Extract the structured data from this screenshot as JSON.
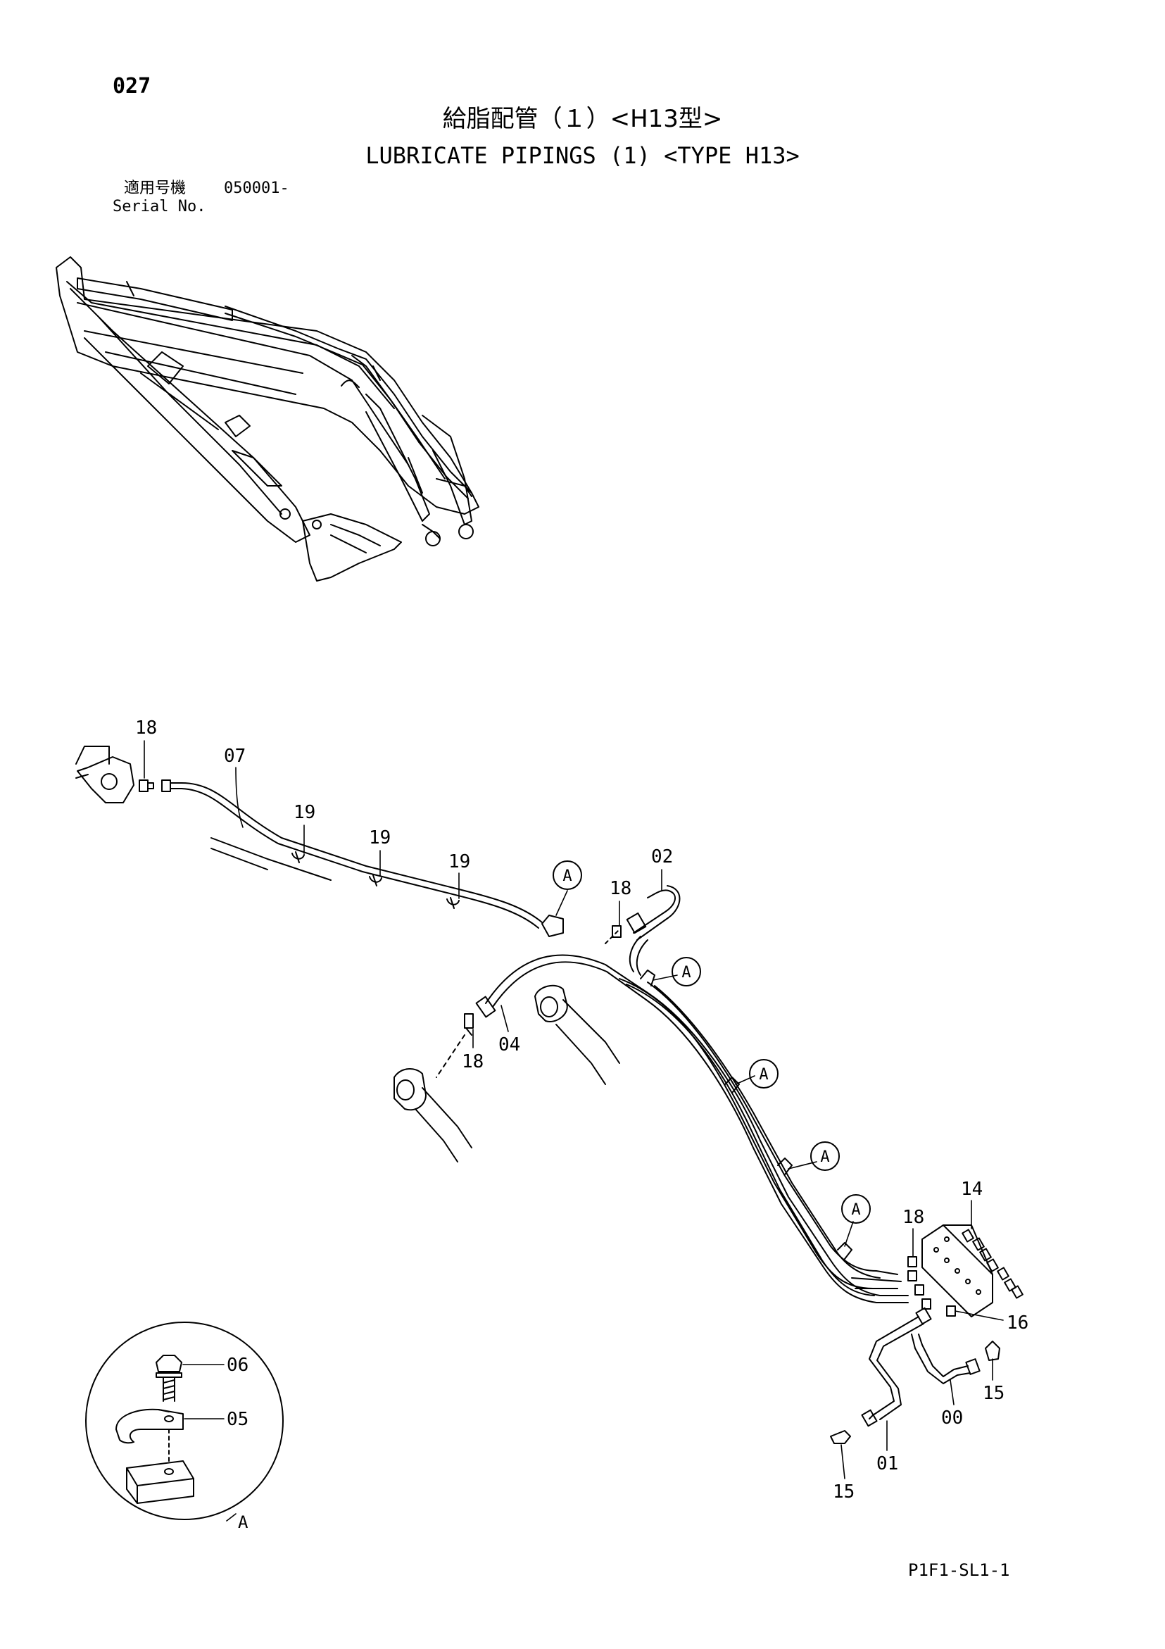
{
  "header": {
    "page_number": "027",
    "title_ja": "給脂配管（１）<H13型>",
    "title_en": "LUBRICATE PIPINGS (1) <TYPE H13>",
    "serial_label_ja": "適用号機",
    "serial_value": "050001-",
    "serial_label_en": "Serial No."
  },
  "callouts": {
    "c18a": "18",
    "c07": "07",
    "c19a": "19",
    "c19b": "19",
    "c19c": "19",
    "c02": "02",
    "c18b": "18",
    "c18c": "18",
    "c04": "04",
    "c14": "14",
    "c18d": "18",
    "c16": "16",
    "c15a": "15",
    "c00": "00",
    "c01": "01",
    "c15b": "15",
    "c06": "06",
    "c05": "05"
  },
  "clamp_markers": [
    "A",
    "A",
    "A",
    "A",
    "A"
  ],
  "detail_label": "A",
  "footer": {
    "drawing_code": "P1F1-SL1-1"
  }
}
